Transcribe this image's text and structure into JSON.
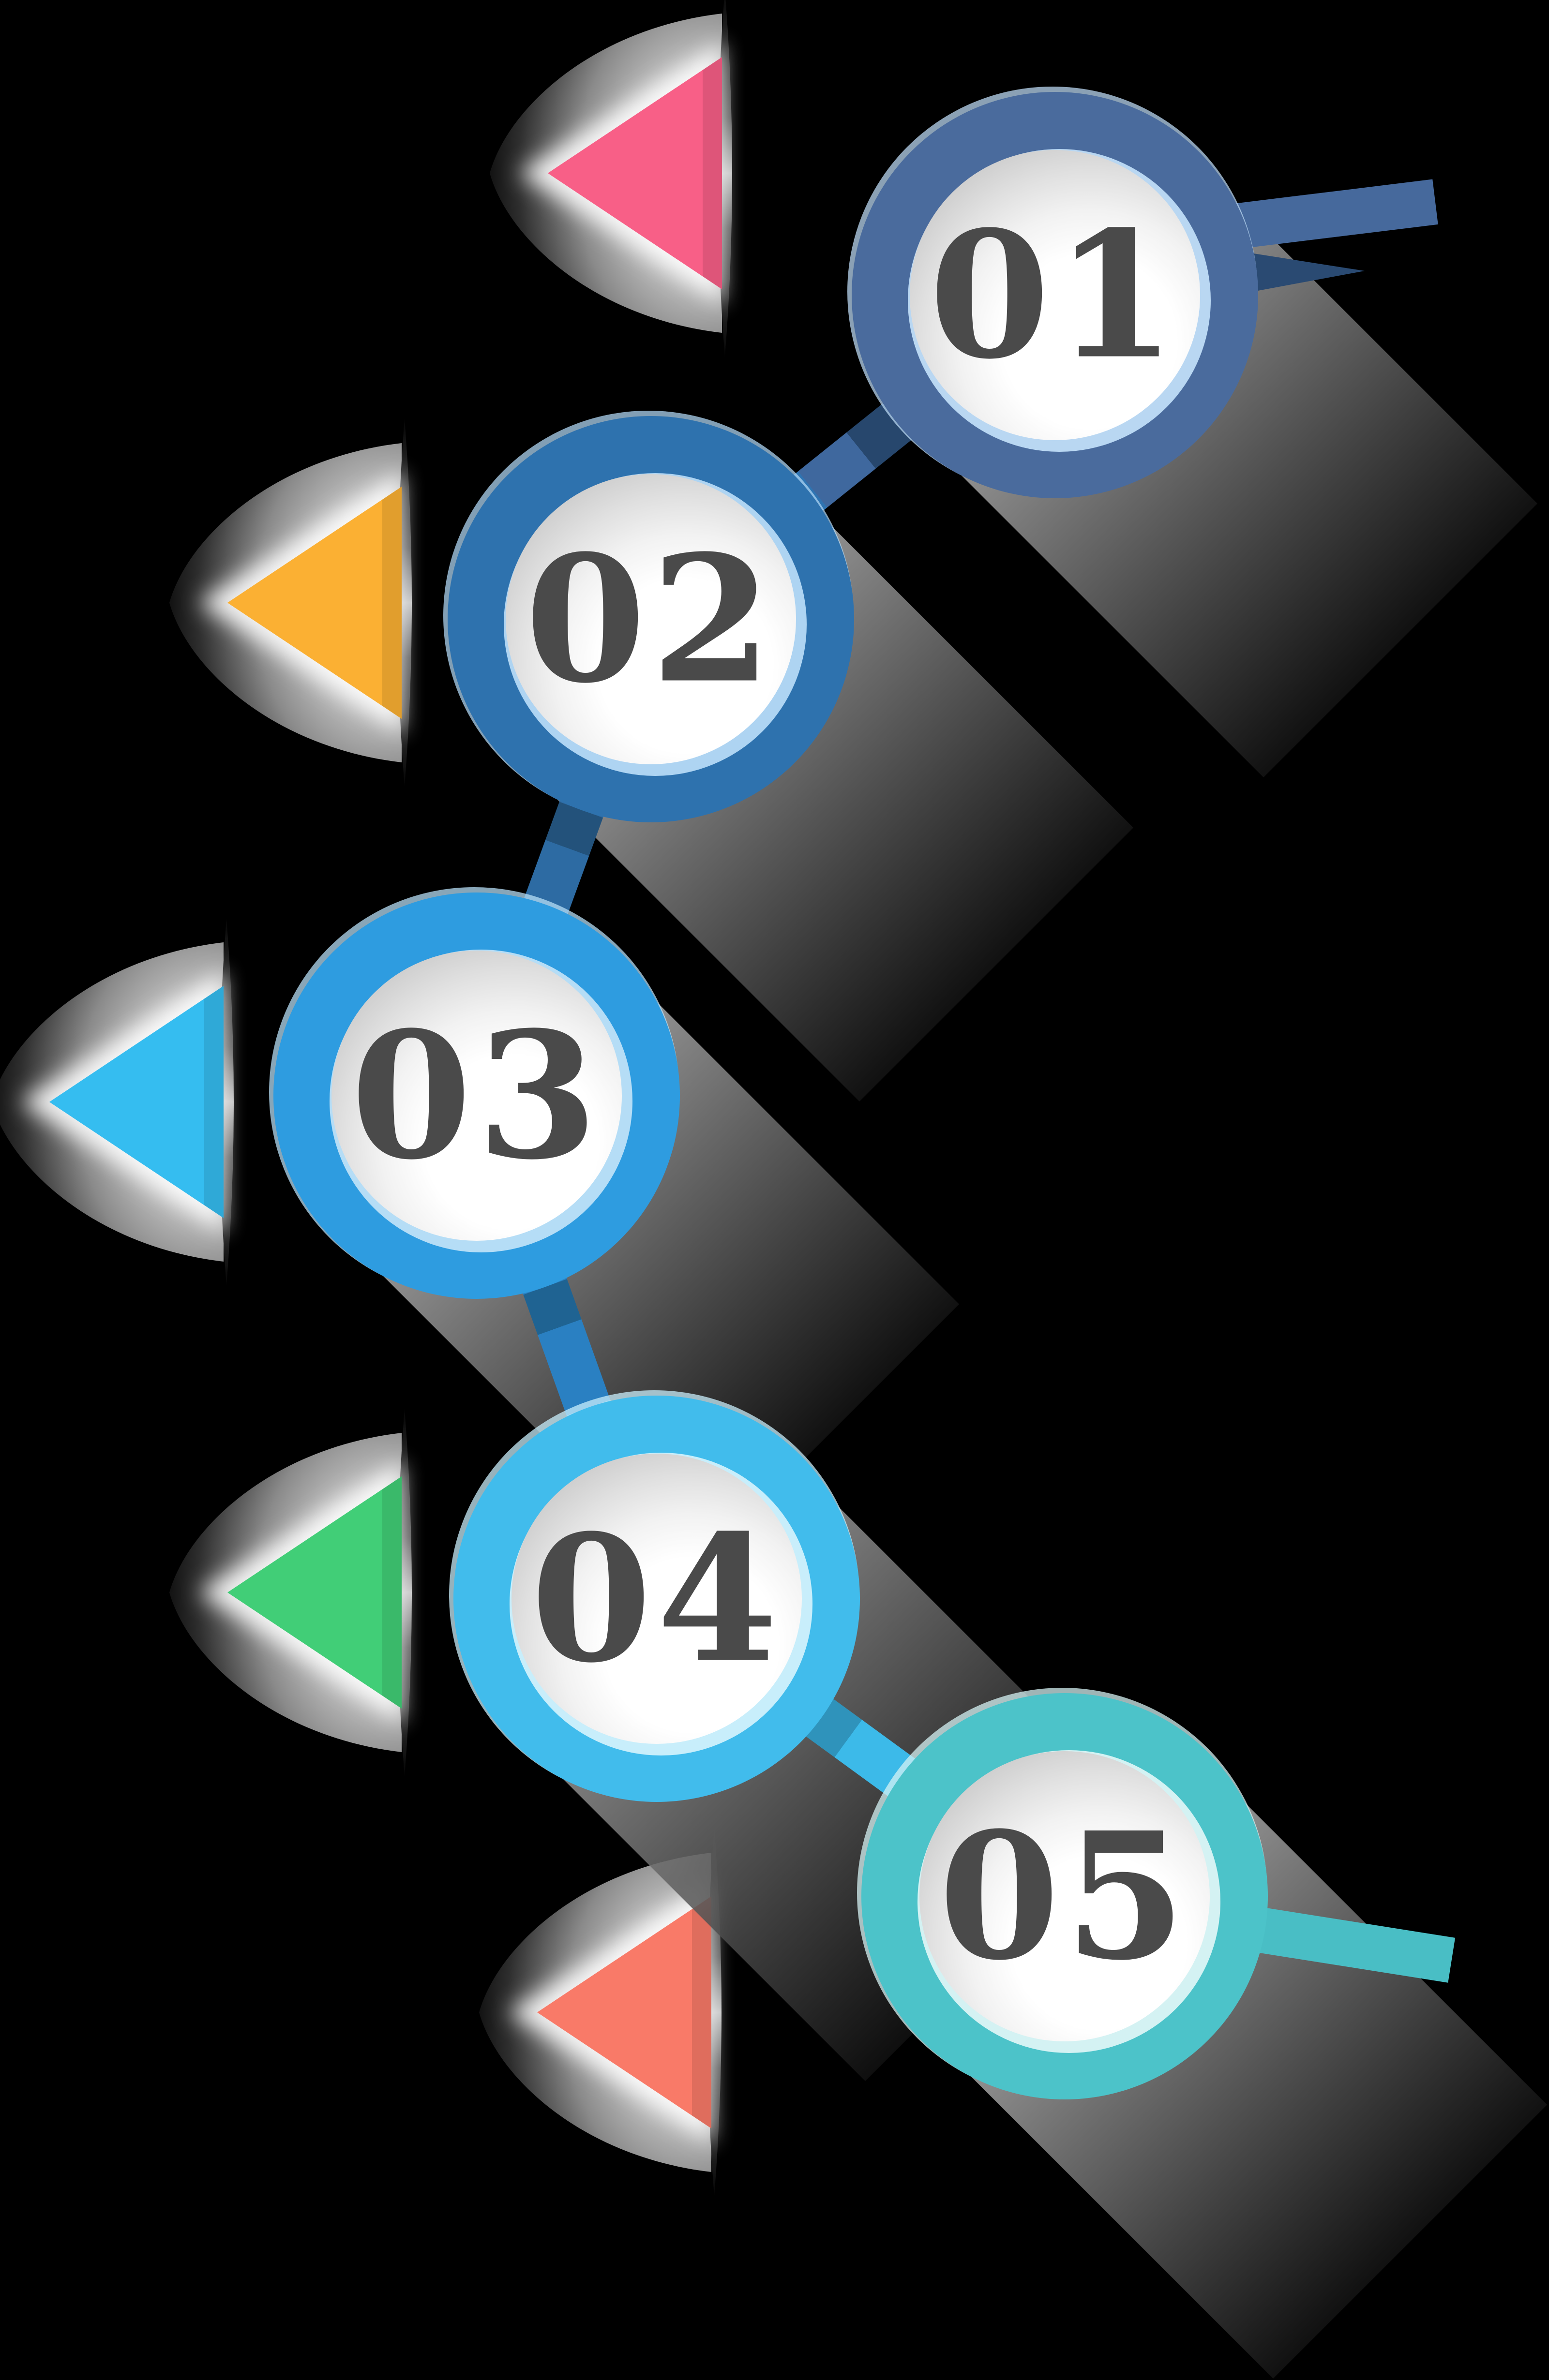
{
  "background": "#000000",
  "number_color": "#4a4a4a",
  "ribbon_gradient": {
    "start": "#a2a2a2",
    "end": "#111111"
  },
  "stubs": {
    "start_color": "#46699c",
    "end_color": "#49bec5"
  },
  "steps": [
    {
      "label": "01",
      "ring_color": "#4a6b9d",
      "rim_color": "#b9d7f2",
      "flag_color": "#f85f87",
      "flag_name": "pink"
    },
    {
      "label": "02",
      "ring_color": "#2e72ae",
      "rim_color": "#aed4f2",
      "flag_color": "#fbb033",
      "flag_name": "orange"
    },
    {
      "label": "03",
      "ring_color": "#2e9ce0",
      "rim_color": "#b5ddf6",
      "flag_color": "#35bdf0",
      "flag_name": "light-blue"
    },
    {
      "label": "04",
      "ring_color": "#41bcec",
      "rim_color": "#c8eefb",
      "flag_color": "#41ce77",
      "flag_name": "green"
    },
    {
      "label": "05",
      "ring_color": "#4cc3c9",
      "rim_color": "#d4f2f3",
      "flag_color": "#f97a68",
      "flag_name": "coral"
    }
  ],
  "connectors": [
    {
      "from": "01",
      "to": "02",
      "shadow": "#27476d",
      "mid": "#3f689e",
      "end": "#2e74b2"
    },
    {
      "from": "02",
      "to": "03",
      "shadow": "#23527b",
      "mid": "#2d6ba3",
      "end": "#2f98da"
    },
    {
      "from": "03",
      "to": "04",
      "shadow": "#1f6392",
      "mid": "#2a80c2",
      "end": "#45b1e3"
    },
    {
      "from": "04",
      "to": "05",
      "shadow": "#2f93bb",
      "mid": "#3cbae9",
      "end": "#4dc5ca"
    }
  ]
}
